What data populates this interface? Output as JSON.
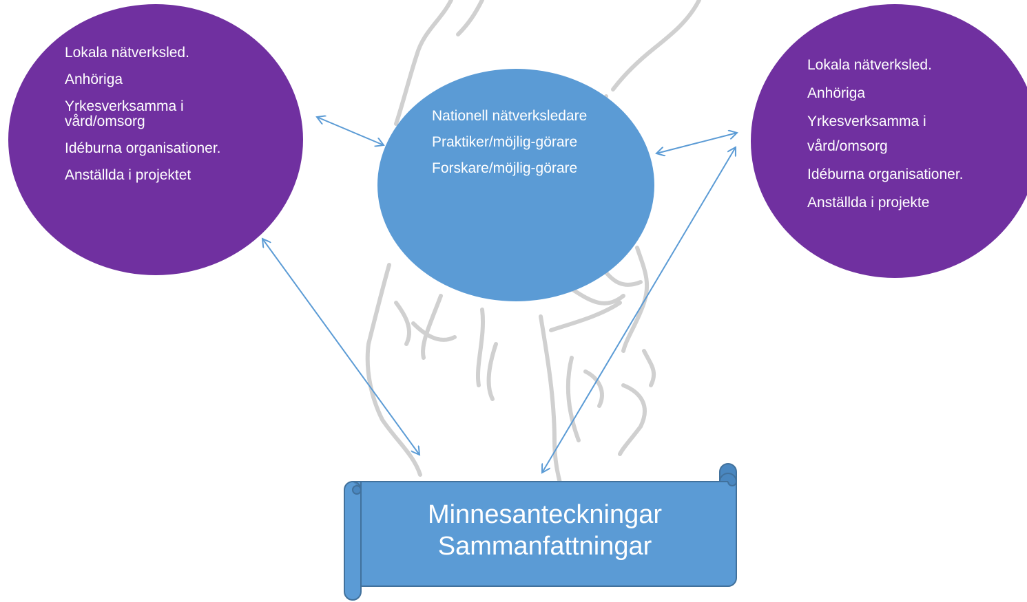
{
  "diagram": {
    "left_group": {
      "items": [
        "Lokala nätverksled.",
        "Anhöriga",
        "Yrkesverksamma i vård/omsorg",
        "Idéburna organisationer.",
        "Anställda i projektet"
      ]
    },
    "center_group": {
      "items": [
        "Nationell nätverksledare",
        "Praktiker/möjlig-görare",
        "Forskare/möjlig-görare"
      ]
    },
    "right_group": {
      "items": [
        "Lokala nätverksled.",
        "Anhöriga",
        "Yrkesverksamma i vård/omsorg",
        "Idéburna organisationer.",
        "Anställda i projekte"
      ]
    },
    "banner": {
      "line1": "Minnesanteckningar",
      "line2": "Sammanfattningar"
    }
  },
  "colors": {
    "purple_bubble": "#7030a0",
    "blue_bubble": "#5b9bd5",
    "arrow": "#5b9bd5",
    "banner_fill": "#5b9bd5",
    "banner_stroke": "#41719c",
    "text": "#ffffff",
    "map_sketch": "#c8c8c8"
  }
}
